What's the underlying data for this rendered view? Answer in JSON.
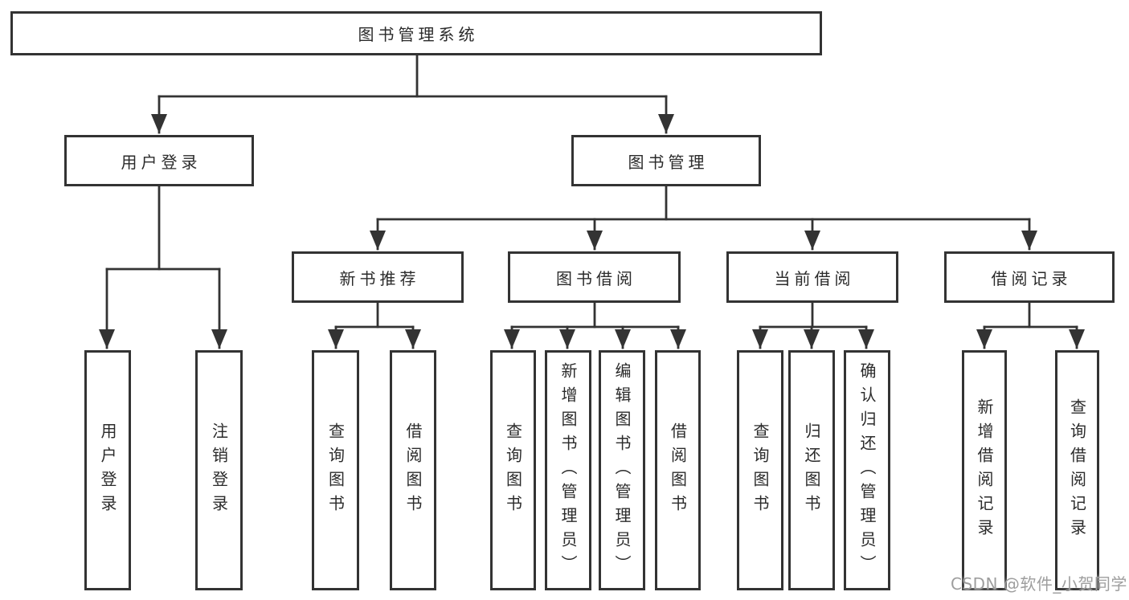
{
  "diagram": {
    "root": "图书管理系统",
    "level2": {
      "user_login": "用户登录",
      "book_mgmt": "图书管理"
    },
    "level3": {
      "new_books": "新书推荐",
      "book_borrow": "图书借阅",
      "current_borrow": "当前借阅",
      "borrow_records": "借阅记录"
    },
    "leaves": {
      "user_login": [
        "用户登录",
        "注销登录"
      ],
      "new_books": [
        "查询图书",
        "借阅图书"
      ],
      "book_borrow": [
        "查询图书",
        "新增图书（管理员）",
        "编辑图书（管理员）",
        "借阅图书"
      ],
      "current_borrow": [
        "查询图书",
        "归还图书",
        "确认归还（管理员）"
      ],
      "borrow_records": [
        "新增借阅记录",
        "查询借阅记录"
      ]
    }
  },
  "watermark": "CSDN @软件_小贺同学",
  "colors": {
    "line": "#333333",
    "border": "#333333",
    "text": "#2b2b2b",
    "background": "#ffffff",
    "watermark": "#9e9e9e"
  }
}
